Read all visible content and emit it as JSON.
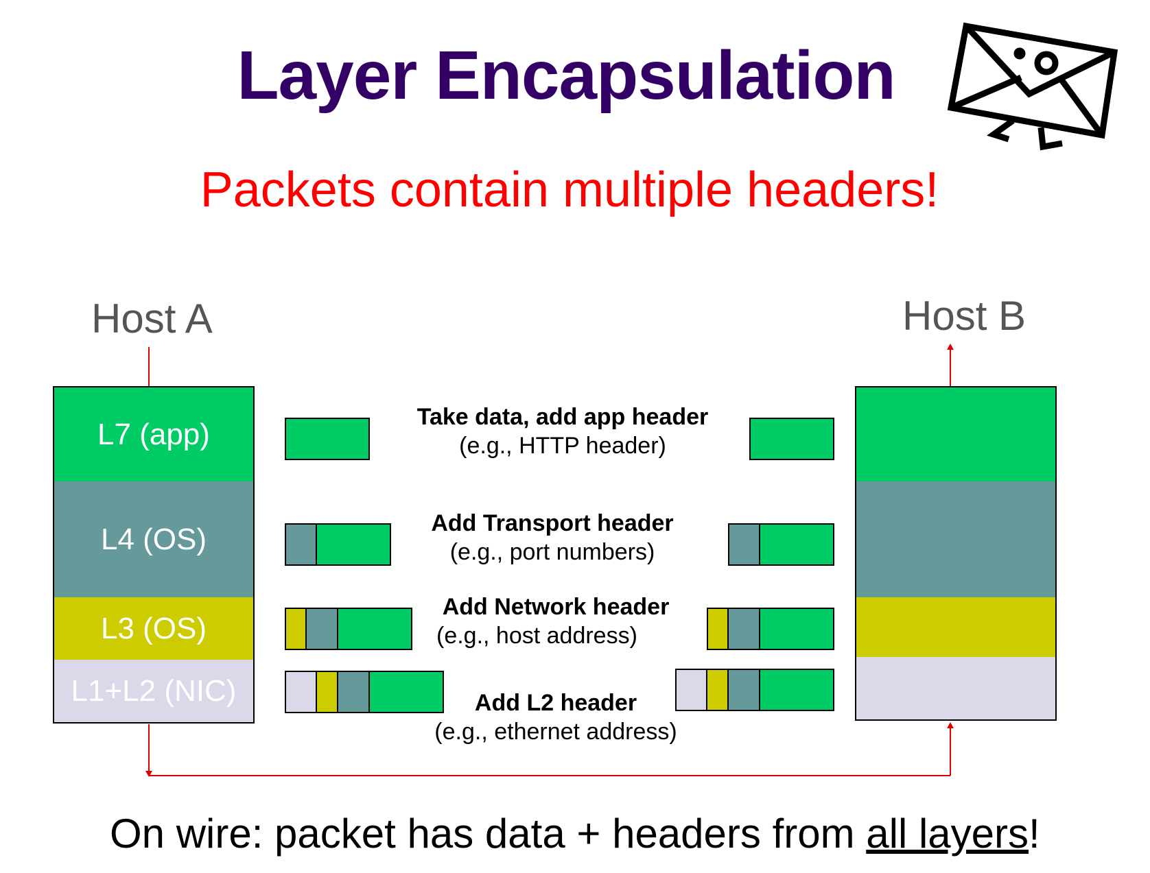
{
  "title": "Layer Encapsulation",
  "subtitle": "Packets contain multiple headers!",
  "colors": {
    "title": "#330066",
    "subtitle": "#ff0000",
    "l7": "#00cc66",
    "l4": "#669999",
    "l3": "#cccc00",
    "l12": "#d9d9ea",
    "arrow": "#e00000"
  },
  "icons": [
    "envelope-icon"
  ],
  "host_a": {
    "label": "Host A",
    "layers": [
      "L7 (app)",
      "L4 (OS)",
      "L3 (OS)",
      "L1+L2 (NIC)"
    ]
  },
  "host_b": {
    "label": "Host B"
  },
  "steps": [
    {
      "bold": "Take data, add app header",
      "normal": "(e.g., HTTP header)"
    },
    {
      "bold": "Add Transport header",
      "normal": "(e.g., port numbers)"
    },
    {
      "bold": "Add Network header",
      "normal": "(e.g., host address)"
    },
    {
      "bold": "Add L2 header",
      "normal": "(e.g., ethernet address)"
    }
  ],
  "footer": {
    "prefix": "On wire: packet has data + headers from ",
    "underlined": "all layers",
    "suffix": "!"
  }
}
